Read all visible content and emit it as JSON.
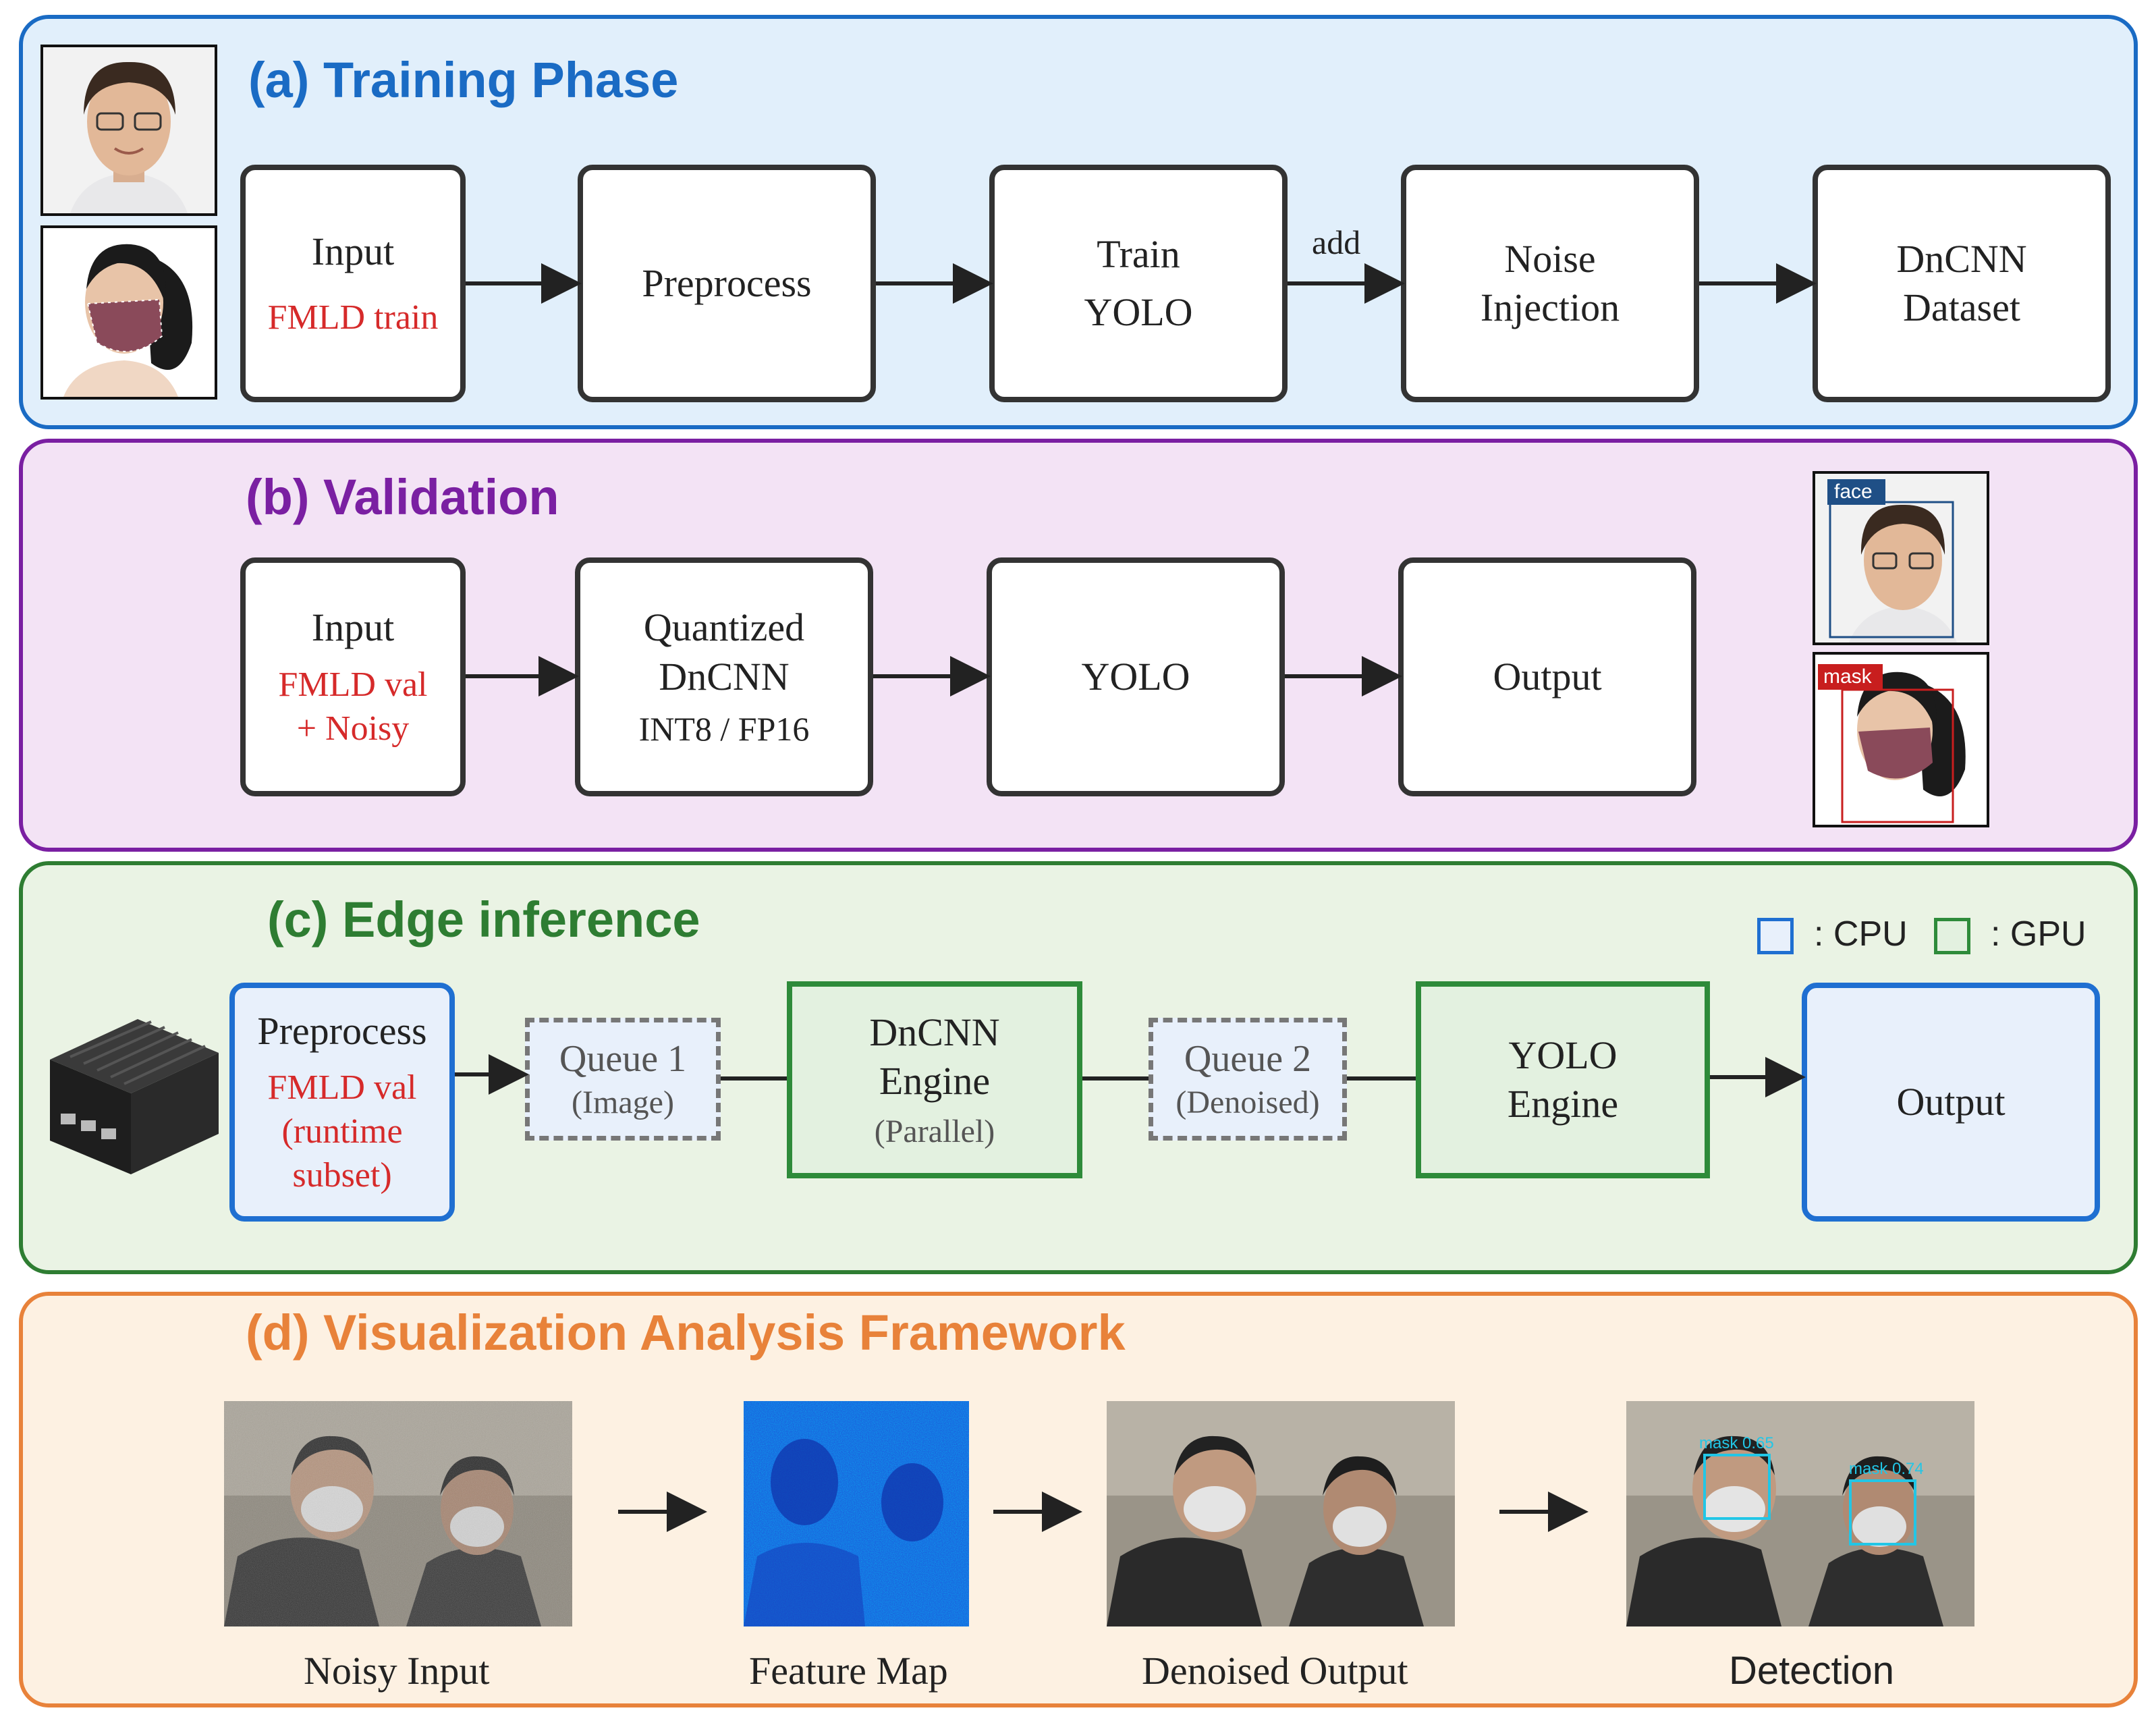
{
  "training": {
    "title": "(a) Training Phase",
    "input_label": "Input",
    "input_sub": "FMLD train",
    "preprocess": "Preprocess",
    "train_line1": "Train",
    "train_line2": "YOLO",
    "add_label": "add",
    "noise_line1": "Noise",
    "noise_line2": "Injection",
    "dataset_line1": "DnCNN",
    "dataset_line2": "Dataset"
  },
  "validation": {
    "title": "(b) Validation",
    "input_label": "Input",
    "input_sub1": "FMLD val",
    "input_sub2": "+ Noisy",
    "quant_line1": "Quantized",
    "quant_line2": "DnCNN",
    "quant_line3": "INT8 / FP16",
    "yolo": "YOLO",
    "output": "Output",
    "tag_face": "face",
    "tag_mask": "mask"
  },
  "edge": {
    "title": "(c) Edge inference",
    "legend_cpu": ": CPU",
    "legend_gpu": ": GPU",
    "preprocess": "Preprocess",
    "pre_sub1": "FMLD val",
    "pre_sub2": "(runtime",
    "pre_sub3": "subset)",
    "queue1_line1": "Queue 1",
    "queue1_line2": "(Image)",
    "dncnn_line1": "DnCNN",
    "dncnn_line2": "Engine",
    "dncnn_line3": "(Parallel)",
    "queue2_line1": "Queue 2",
    "queue2_line2": "(Denoised)",
    "yolo_line1": "YOLO",
    "yolo_line2": "Engine",
    "output": "Output"
  },
  "visualization": {
    "title": "(d) Visualization Analysis Framework",
    "cap_noisy": "Noisy Input",
    "cap_feature": "Feature Map",
    "cap_denoised": "Denoised Output",
    "cap_detection": "Detection",
    "det_label_1": "mask  0.65",
    "det_label_2": "mask  0.74"
  },
  "colors": {
    "training": "#1a6bc4",
    "validation": "#7a1fa2",
    "edge": "#2e7d32",
    "visualization": "#e8823a",
    "label_red": "#d62a2a",
    "cpu_box": "#1f6fd1",
    "gpu_box": "#2e8b3a"
  }
}
